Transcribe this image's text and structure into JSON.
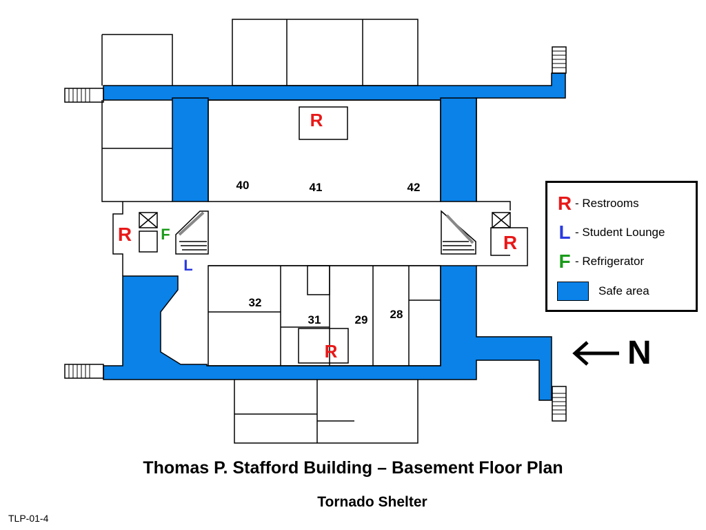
{
  "title": "Thomas P. Stafford Building – Basement Floor Plan",
  "subtitle": "Tornado Shelter",
  "footer": "TLP-01-4",
  "north_label": "N",
  "room_numbers": [
    "40",
    "41",
    "42",
    "32",
    "31",
    "29",
    "28"
  ],
  "map_symbols": {
    "restroom": "R",
    "lounge": "L",
    "refrigerator": "F"
  },
  "legend": [
    {
      "symbol": "R",
      "label": "- Restrooms",
      "color": "#e81818"
    },
    {
      "symbol": "L",
      "label": "- Student Lounge",
      "color": "#2a3ae0"
    },
    {
      "symbol": "F",
      "label": "- Refrigerator",
      "color": "#1a9a1a"
    },
    {
      "symbol": "",
      "label": "Safe area",
      "color": "#0a82e8"
    }
  ],
  "colors": {
    "safe_area": "#0a82e8",
    "restroom": "#e81818",
    "lounge": "#2a3ae0",
    "refrigerator": "#1a9a1a",
    "walls": "#000000"
  }
}
